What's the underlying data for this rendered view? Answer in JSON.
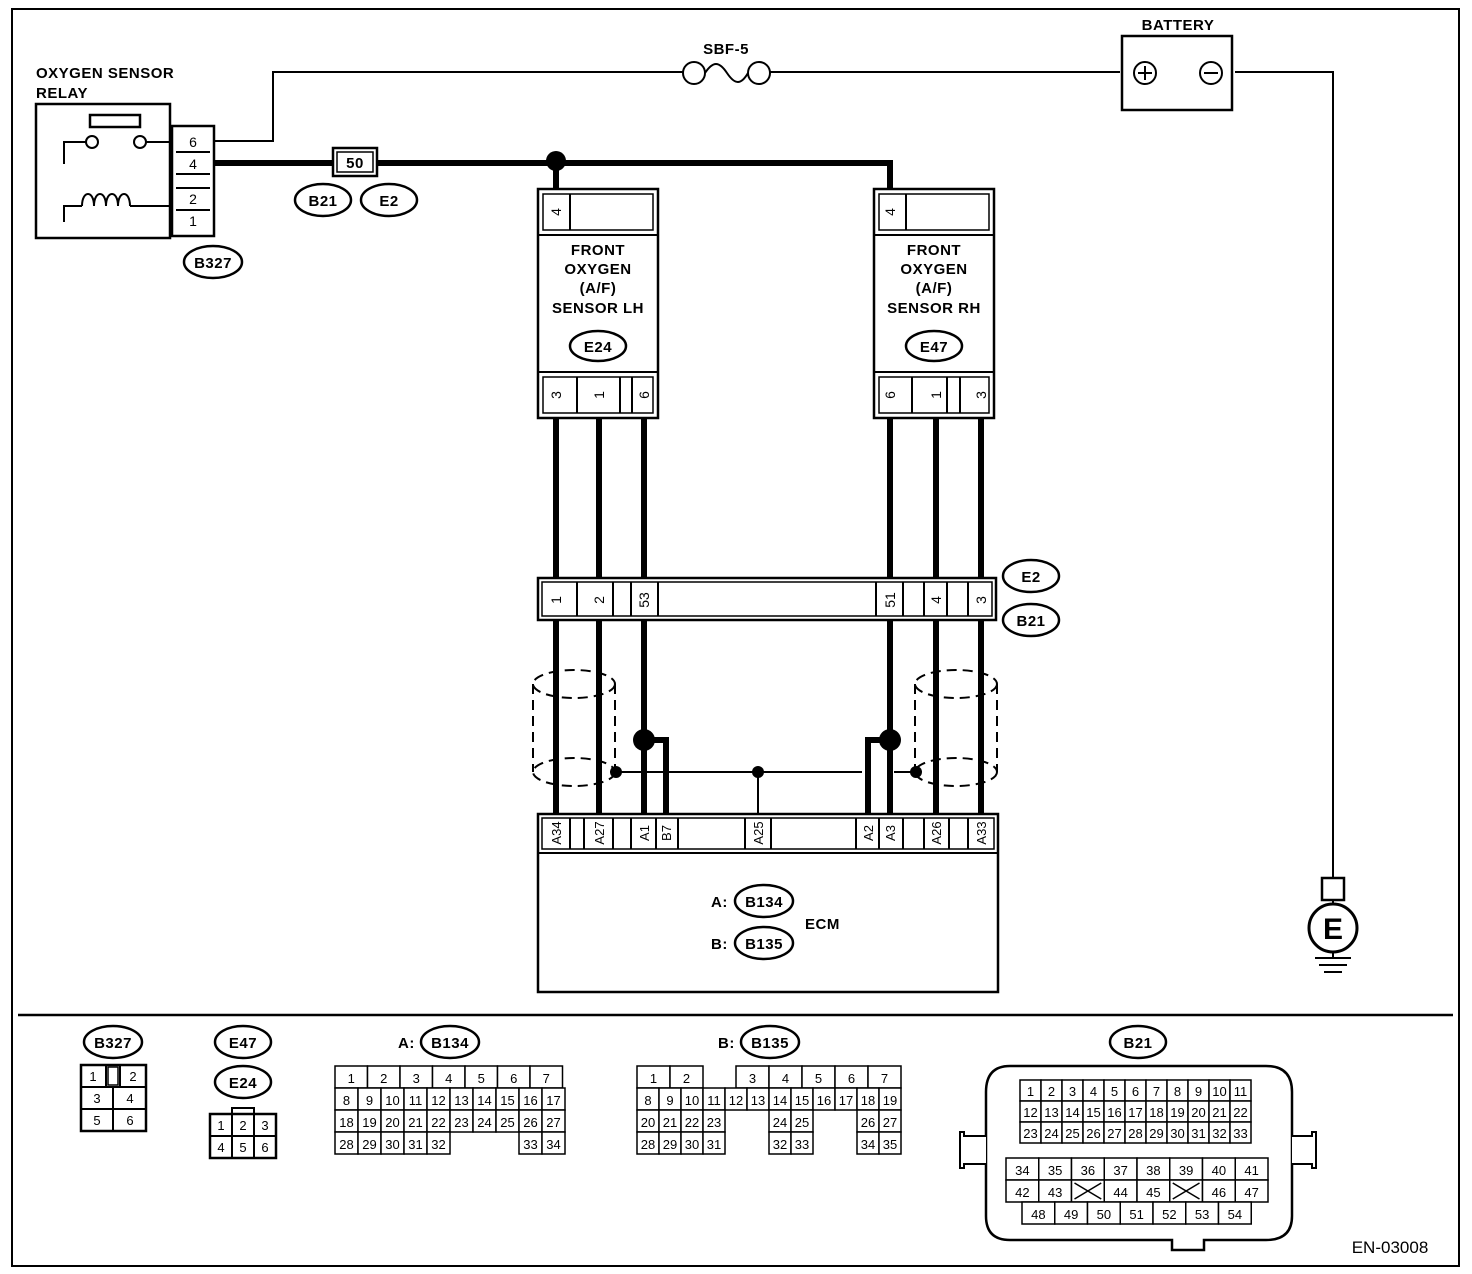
{
  "diagram": {
    "drawing_id": "EN-03008",
    "relay": {
      "title_line1": "OXYGEN SENSOR",
      "title_line2": "RELAY",
      "pins": [
        "6",
        "4",
        "2",
        "1"
      ],
      "connector": "B327"
    },
    "fuse": {
      "label": "SBF-5"
    },
    "battery": {
      "label": "BATTERY"
    },
    "joint": {
      "pin": "50",
      "connectors": [
        "B21",
        "E2"
      ]
    },
    "sensor_lh": {
      "lines": [
        "FRONT",
        "OXYGEN",
        "(A/F)",
        "SENSOR LH"
      ],
      "connector": "E24",
      "top_pin": "4",
      "bottom_pins": [
        "3",
        "1",
        "",
        "6"
      ]
    },
    "sensor_rh": {
      "lines": [
        "FRONT",
        "OXYGEN",
        "(A/F)",
        "SENSOR RH"
      ],
      "connector": "E47",
      "top_pin": "4",
      "bottom_pins": [
        "6",
        "1",
        "",
        "3"
      ]
    },
    "mid_connector": {
      "pins": [
        "1",
        "2",
        "",
        "53",
        "51",
        "4",
        "",
        "3"
      ],
      "labels": [
        "E2",
        "B21"
      ]
    },
    "ecm": {
      "label": "ECM",
      "pins": [
        "A34",
        "A27",
        "A1",
        "B7",
        "A25",
        "A2",
        "A3",
        "A26",
        "A33"
      ],
      "conn_a_prefix": "A:",
      "conn_a": "B134",
      "conn_b_prefix": "B:",
      "conn_b": "B135"
    },
    "ground": {
      "label": "E"
    }
  },
  "connector_views": {
    "b327": {
      "name": "B327",
      "rows": [
        [
          "1",
          "",
          "2"
        ],
        [
          "3",
          "4"
        ],
        [
          "5",
          "6"
        ]
      ]
    },
    "e47_e24": {
      "names": [
        "E47",
        "E24"
      ],
      "rows": [
        [
          "1",
          "2",
          "3"
        ],
        [
          "4",
          "5",
          "6"
        ]
      ]
    },
    "b134": {
      "prefix": "A:",
      "name": "B134",
      "rows": [
        [
          "1",
          "2",
          "3",
          "4",
          "5",
          "6",
          "7"
        ],
        [
          "8",
          "9",
          "10",
          "11",
          "12",
          "13",
          "14",
          "15",
          "16",
          "17"
        ],
        [
          "18",
          "19",
          "20",
          "21",
          "22",
          "23",
          "24",
          "25",
          "26",
          "27"
        ],
        [
          "28",
          "29",
          "30",
          "31",
          "32",
          "33",
          "34"
        ]
      ]
    },
    "b135": {
      "prefix": "B:",
      "name": "B135",
      "rows": [
        [
          "1",
          "2",
          "3",
          "4",
          "5",
          "6",
          "7"
        ],
        [
          "8",
          "9",
          "10",
          "11",
          "12",
          "13",
          "14",
          "15",
          "16",
          "17",
          "18",
          "19"
        ],
        [
          "20",
          "21",
          "22",
          "23",
          "24",
          "25",
          "26",
          "27"
        ],
        [
          "28",
          "29",
          "30",
          "31",
          "32",
          "33",
          "34",
          "35"
        ]
      ]
    },
    "b21": {
      "name": "B21",
      "rows": [
        [
          "1",
          "2",
          "3",
          "4",
          "5",
          "6",
          "7",
          "8",
          "9",
          "10",
          "11"
        ],
        [
          "12",
          "13",
          "14",
          "15",
          "16",
          "17",
          "18",
          "19",
          "20",
          "21",
          "22"
        ],
        [
          "23",
          "24",
          "25",
          "26",
          "27",
          "28",
          "29",
          "30",
          "31",
          "32",
          "33"
        ],
        [
          "34",
          "35",
          "36",
          "37",
          "38",
          "39",
          "40",
          "41"
        ],
        [
          "42",
          "43",
          "44",
          "45",
          "46",
          "47"
        ],
        [
          "48",
          "49",
          "50",
          "51",
          "52",
          "53",
          "54"
        ]
      ]
    }
  }
}
